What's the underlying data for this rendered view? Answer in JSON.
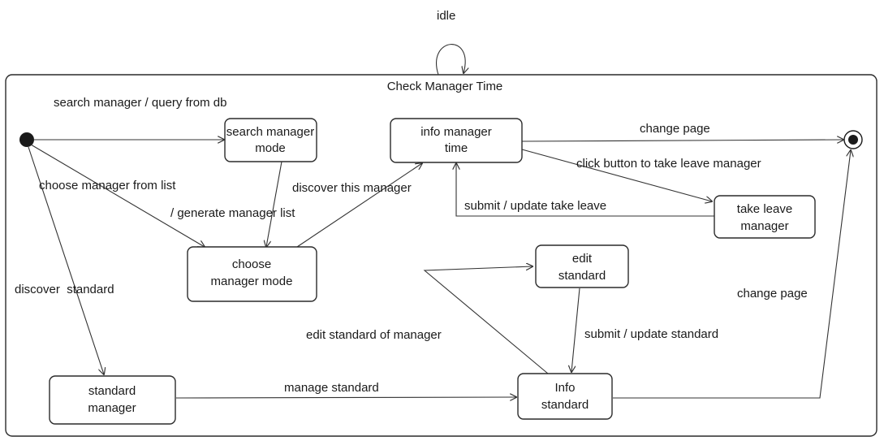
{
  "diagram": {
    "title": "Check Manager Time",
    "self_loop_label": "idle",
    "states": {
      "search_manager_mode": [
        "search manager",
        "mode"
      ],
      "info_manager_time": [
        "info manager",
        "time"
      ],
      "take_leave_manager": [
        "take leave",
        "manager"
      ],
      "choose_manager_mode": [
        "choose",
        "manager mode"
      ],
      "edit_standard": [
        "edit",
        "standard"
      ],
      "standard_manager": [
        "standard",
        "manager"
      ],
      "info_standard": [
        "Info",
        "standard"
      ]
    },
    "transitions": {
      "search_manager": "search manager / query from db",
      "change_page_top": "change page",
      "click_button": "click button to take leave manager",
      "choose_from_list": "choose manager from list",
      "discover_this_manager": "discover this manager",
      "submit_take_leave": "submit / update take leave",
      "generate_list": "/ generate manager list",
      "discover_standard": "discover  standard",
      "change_page_right": "change page",
      "edit_standard_of_manager": "edit standard of manager",
      "submit_update_standard": "submit / update standard",
      "manage_standard": "manage standard"
    }
  }
}
